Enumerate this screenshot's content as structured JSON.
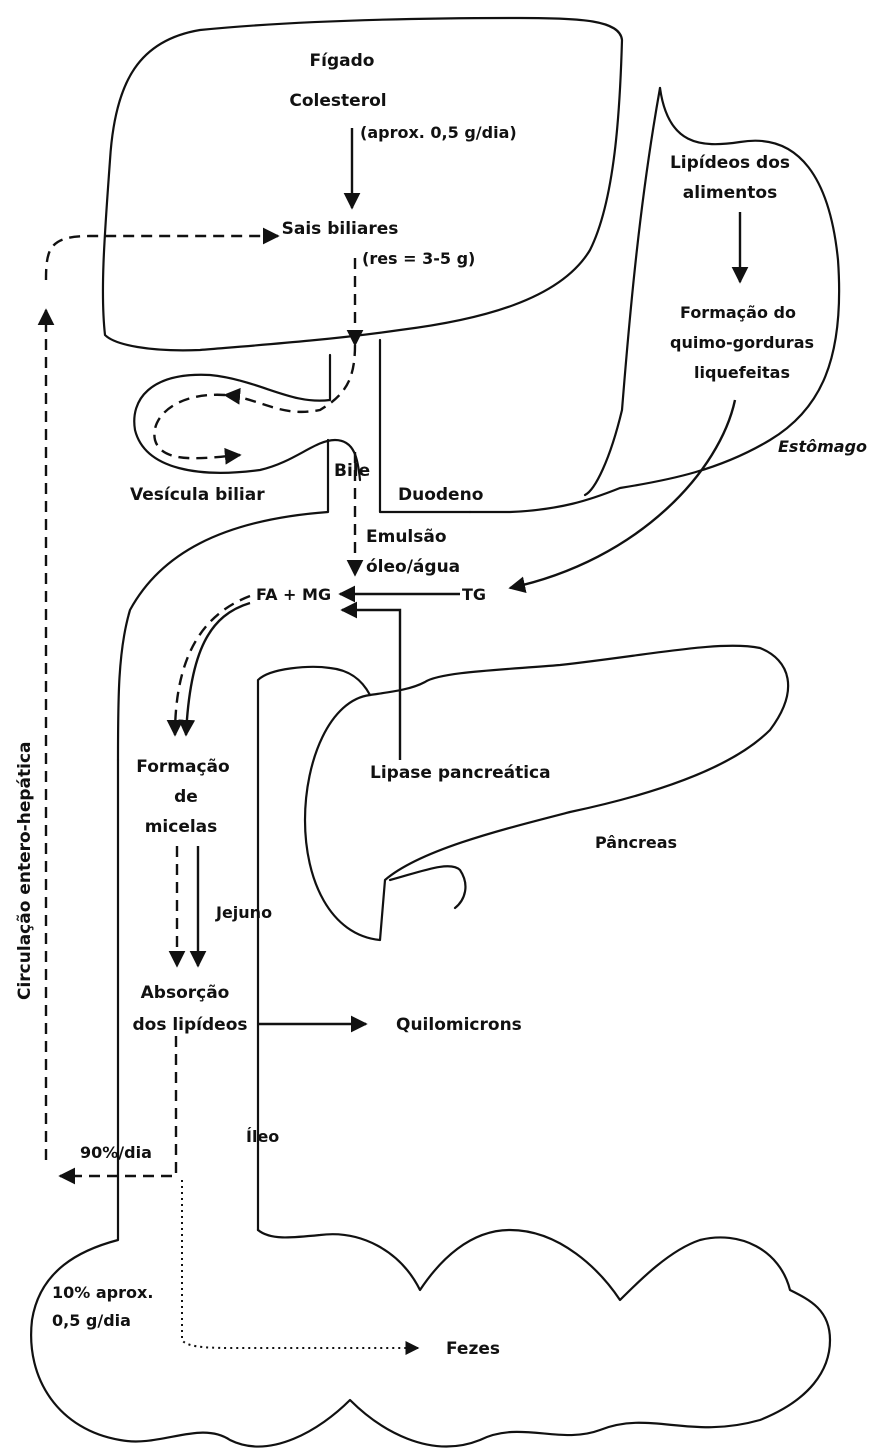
{
  "labels": {
    "figado": "Fígado",
    "colesterol": "Colesterol",
    "aprox_colesterol": "(aprox. 0,5 g/dia)",
    "sais_biliares": "Sais biliares",
    "reserva": "(res = 3-5 g)",
    "lipideos_dos": "Lipídeos dos",
    "alimentos": "alimentos",
    "formacao_do": "Formação do",
    "quimo_gorduras": "quimo-gorduras",
    "liquefeitas": "liquefeitas",
    "estomago": "Estômago",
    "vesicula": "Vesícula biliar",
    "bile": "Bile",
    "duodeno": "Duodeno",
    "emulsao": "Emulsão",
    "oleo_agua": "óleo/água",
    "fa_mg": "FA + MG",
    "tg": "TG",
    "lipase": "Lipase pancreática",
    "pancreas": "Pâncreas",
    "formacao": "Formação",
    "de": "de",
    "micelas": "micelas",
    "jejuno": "Jejuno",
    "absorcao": "Absorção",
    "dos_lipideos": "dos lipídeos",
    "quilomicrons": "Quilomicrons",
    "circulacao": "Circulação entero-hepática",
    "noventa": "90%/dia",
    "ileo": "Íleo",
    "dez_aprox": "10% aprox.",
    "meio_g": "0,5 g/dia",
    "fezes": "Fezes"
  }
}
